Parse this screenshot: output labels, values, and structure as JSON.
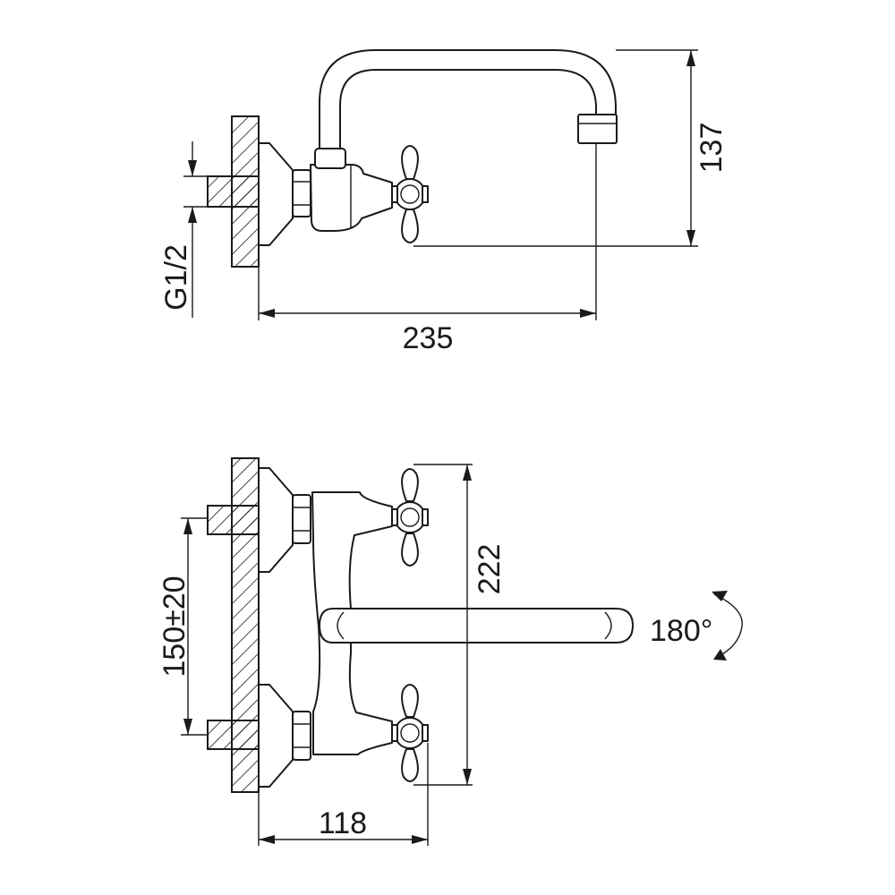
{
  "dimensions": {
    "thread": "G1/2",
    "overall_length": "235",
    "spout_height": "137",
    "inlet_spacing": "150±20",
    "total_height": "222",
    "projection": "118",
    "spout_rotation": "180°"
  },
  "colors": {
    "line": "#1a1a1a",
    "background": "#ffffff"
  }
}
